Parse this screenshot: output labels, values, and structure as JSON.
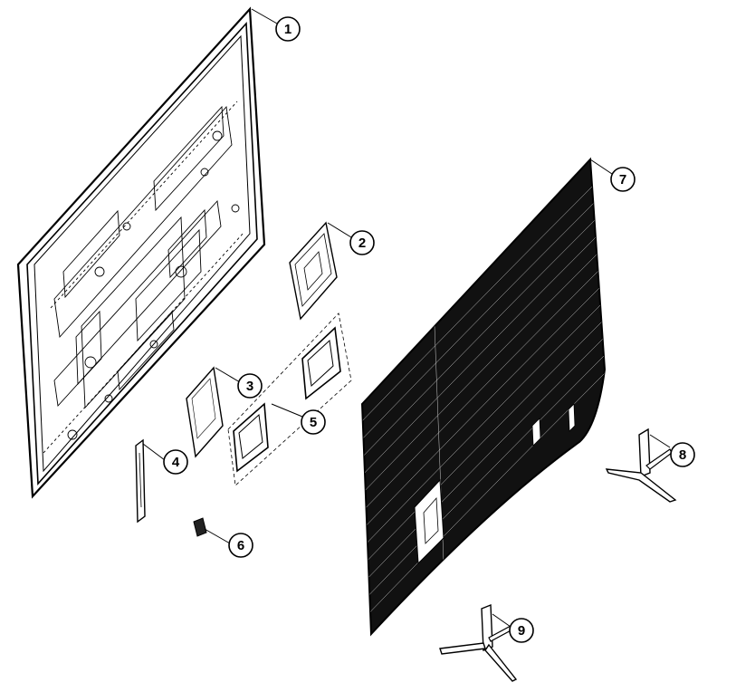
{
  "callouts": [
    {
      "id": "1",
      "label": "1"
    },
    {
      "id": "2",
      "label": "2"
    },
    {
      "id": "3",
      "label": "3"
    },
    {
      "id": "4",
      "label": "4"
    },
    {
      "id": "5",
      "label": "5"
    },
    {
      "id": "6",
      "label": "6"
    },
    {
      "id": "7",
      "label": "7"
    },
    {
      "id": "8",
      "label": "8"
    },
    {
      "id": "9",
      "label": "9"
    }
  ],
  "colors": {
    "ink": "#000000",
    "background": "#ffffff",
    "back_cover": "#111111"
  }
}
